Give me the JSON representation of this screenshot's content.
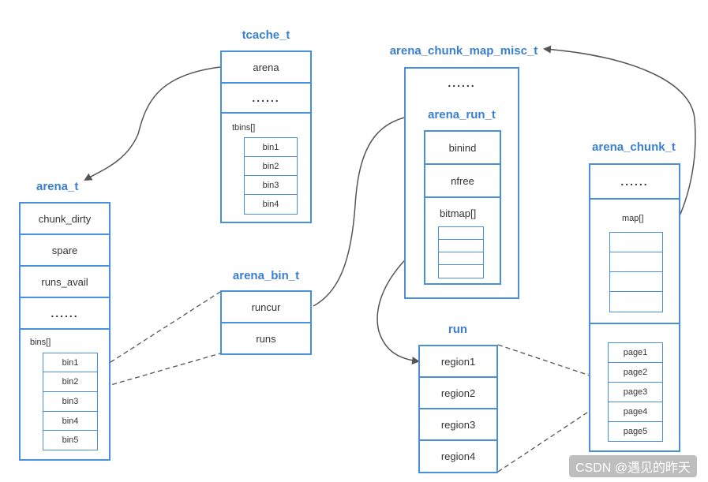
{
  "tcache": {
    "title": "tcache_t",
    "rows": [
      "arena",
      "......"
    ],
    "tbins_label": "tbins[]",
    "bins": [
      "bin1",
      "bin2",
      "bin3",
      "bin4"
    ]
  },
  "arena": {
    "title": "arena_t",
    "rows": [
      "chunk_dirty",
      "spare",
      "runs_avail",
      "......"
    ],
    "bins_label": "bins[]",
    "bins": [
      "bin1",
      "bin2",
      "bin3",
      "bin4",
      "bin5"
    ]
  },
  "arena_bin": {
    "title": "arena_bin_t",
    "rows": [
      "runcur",
      "runs"
    ]
  },
  "map_misc": {
    "title": "arena_chunk_map_misc_t",
    "dots": "......",
    "run_title": "arena_run_t",
    "run_rows": [
      "binind",
      "nfree",
      "bitmap[]"
    ]
  },
  "run": {
    "title": "run",
    "rows": [
      "region1",
      "region2",
      "region3",
      "region4"
    ]
  },
  "chunk": {
    "title": "arena_chunk_t",
    "dots": "......",
    "map_label": "map[]",
    "pages": [
      "page1",
      "page2",
      "page3",
      "page4",
      "page5"
    ]
  },
  "watermark": "CSDN @遇见的昨天",
  "colors": {
    "box_border": "#4a90d9",
    "title_blue": "#3a7fd0",
    "arrow": "#555555",
    "dashed": "#555555"
  }
}
